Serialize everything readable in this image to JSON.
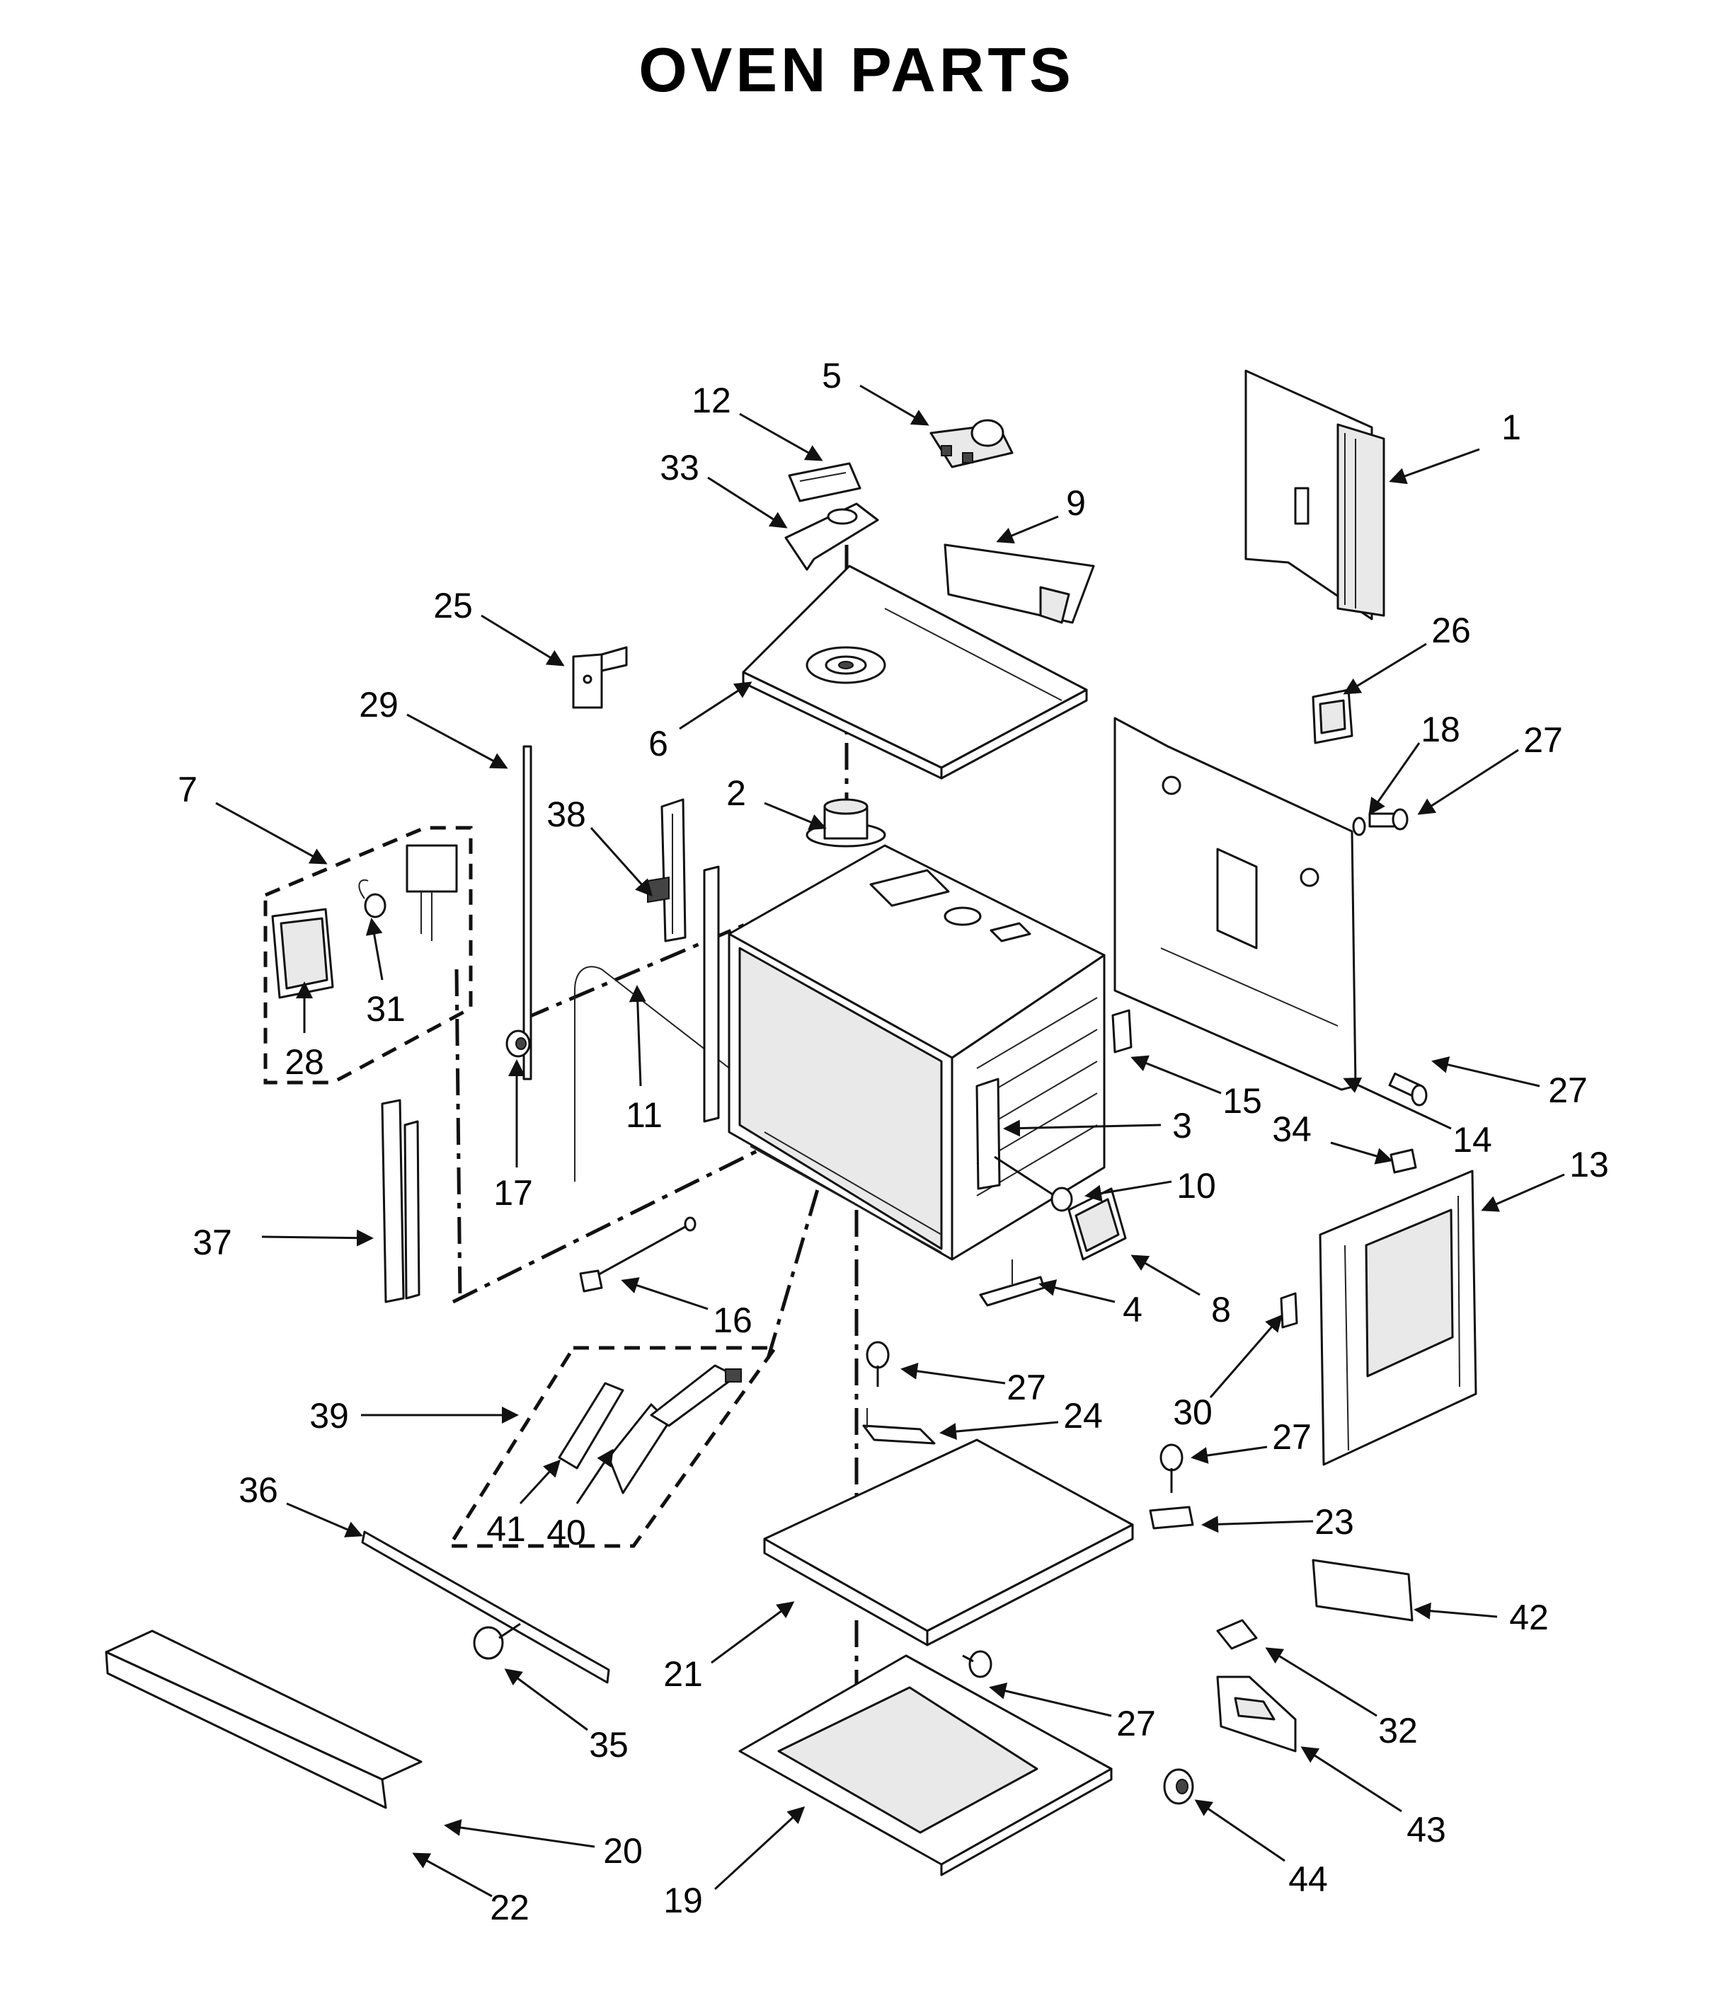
{
  "title": "OVEN PARTS",
  "callouts": [
    {
      "id": "c1",
      "label": "1"
    },
    {
      "id": "c2",
      "label": "2"
    },
    {
      "id": "c3",
      "label": "3"
    },
    {
      "id": "c4",
      "label": "4"
    },
    {
      "id": "c5",
      "label": "5"
    },
    {
      "id": "c6",
      "label": "6"
    },
    {
      "id": "c7",
      "label": "7"
    },
    {
      "id": "c8",
      "label": "8"
    },
    {
      "id": "c9",
      "label": "9"
    },
    {
      "id": "c10",
      "label": "10"
    },
    {
      "id": "c11",
      "label": "11"
    },
    {
      "id": "c12",
      "label": "12"
    },
    {
      "id": "c13",
      "label": "13"
    },
    {
      "id": "c14",
      "label": "14"
    },
    {
      "id": "c15",
      "label": "15"
    },
    {
      "id": "c16",
      "label": "16"
    },
    {
      "id": "c17",
      "label": "17"
    },
    {
      "id": "c18",
      "label": "18"
    },
    {
      "id": "c19",
      "label": "19"
    },
    {
      "id": "c20",
      "label": "20"
    },
    {
      "id": "c21",
      "label": "21"
    },
    {
      "id": "c22",
      "label": "22"
    },
    {
      "id": "c23",
      "label": "23"
    },
    {
      "id": "c24",
      "label": "24"
    },
    {
      "id": "c25",
      "label": "25"
    },
    {
      "id": "c26",
      "label": "26"
    },
    {
      "id": "c27a",
      "label": "27"
    },
    {
      "id": "c27b",
      "label": "27"
    },
    {
      "id": "c27c",
      "label": "27"
    },
    {
      "id": "c27d",
      "label": "27"
    },
    {
      "id": "c27e",
      "label": "27"
    },
    {
      "id": "c28",
      "label": "28"
    },
    {
      "id": "c29",
      "label": "29"
    },
    {
      "id": "c30",
      "label": "30"
    },
    {
      "id": "c31",
      "label": "31"
    },
    {
      "id": "c32",
      "label": "32"
    },
    {
      "id": "c33",
      "label": "33"
    },
    {
      "id": "c34",
      "label": "34"
    },
    {
      "id": "c35",
      "label": "35"
    },
    {
      "id": "c36",
      "label": "36"
    },
    {
      "id": "c37",
      "label": "37"
    },
    {
      "id": "c38",
      "label": "38"
    },
    {
      "id": "c39",
      "label": "39"
    },
    {
      "id": "c40",
      "label": "40"
    },
    {
      "id": "c41",
      "label": "41"
    },
    {
      "id": "c42",
      "label": "42"
    },
    {
      "id": "c43",
      "label": "43"
    },
    {
      "id": "c44",
      "label": "44"
    }
  ]
}
